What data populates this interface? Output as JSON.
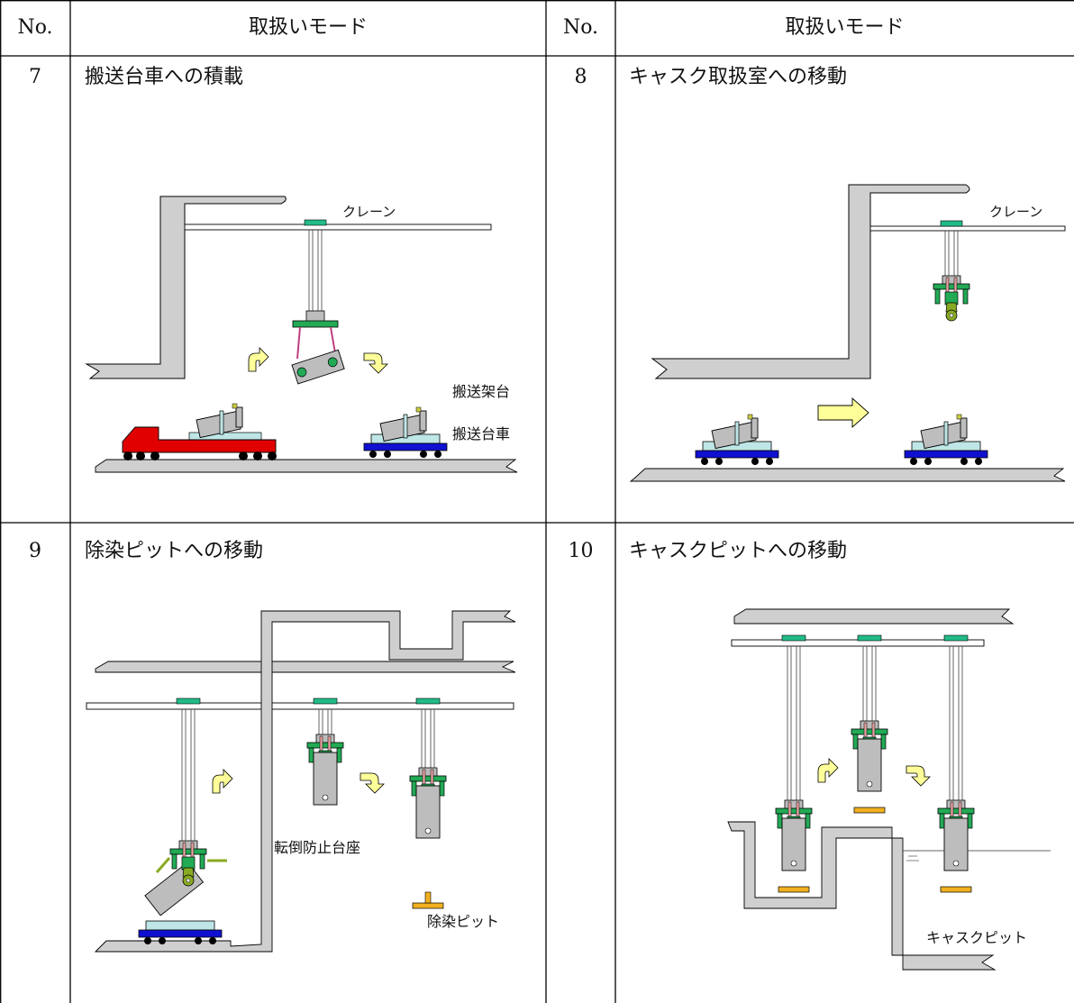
{
  "table": {
    "headers": {
      "no": "No.",
      "mode": "取扱いモード"
    },
    "rows": [
      {
        "no": "7",
        "title": "搬送台車への積載",
        "labels": {
          "crane": "クレーン",
          "rack": "搬送架台",
          "cart": "搬送台車"
        }
      },
      {
        "no": "8",
        "title": "キャスク取扱室への移動",
        "labels": {
          "crane": "クレーン"
        }
      },
      {
        "no": "9",
        "title": "除染ピットへの移動",
        "labels": {
          "pedestal": "転倒防止台座",
          "pit": "除染ピット"
        }
      },
      {
        "no": "10",
        "title": "キャスクピットへの移動",
        "labels": {
          "pit": "キャスクピット"
        }
      }
    ]
  },
  "colors": {
    "wall": "#cfcfcf",
    "truck": "#e00000",
    "cart": "#1010d0",
    "rack": "#bfe6e6",
    "cask": "#bdbdbd",
    "gripper": "#22aa55",
    "hook": "#88aa22",
    "arrow": "#ffff99",
    "pad": "#f0b020",
    "trolley": "#22bb88"
  },
  "icons": [
    "curved-arrow-icon",
    "right-arrow-icon",
    "crane-icon",
    "cask-icon",
    "cart-icon",
    "truck-icon"
  ]
}
